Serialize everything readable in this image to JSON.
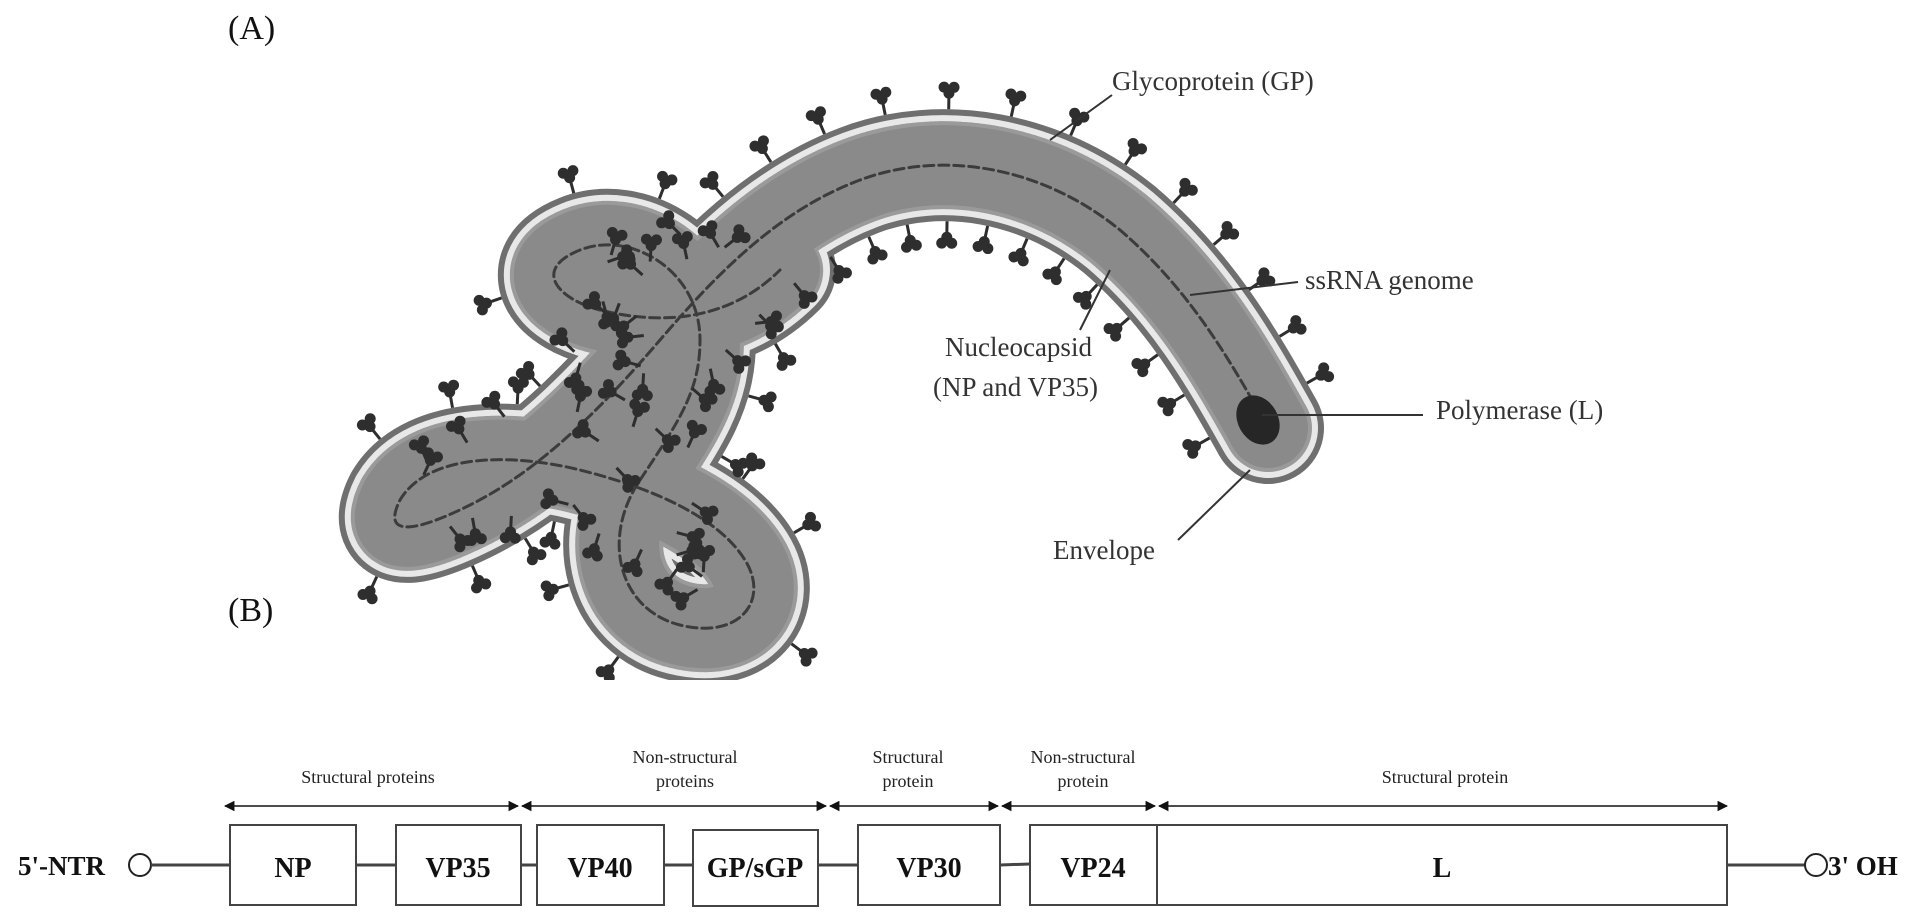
{
  "panels": {
    "a_label": "(A)",
    "b_label": "(B)"
  },
  "virion": {
    "annotations": {
      "glycoprotein": "Glycoprotein (GP)",
      "ssrna": "ssRNA genome",
      "nucleocapsid_line1": "Nucleocapsid",
      "nucleocapsid_line2": "(NP and VP35)",
      "polymerase": "Polymerase (L)",
      "envelope": "Envelope"
    },
    "colors": {
      "membrane": "#6f6f6f",
      "membrane_light": "#e8e8e8",
      "matrix": "#8a8a8a",
      "rna": "#3c3c3c",
      "spike": "#2e2e2e",
      "polymerase": "#262626"
    }
  },
  "genome": {
    "five_prime": "5'-NTR",
    "three_prime": "3' OH",
    "genes": [
      {
        "name": "NP"
      },
      {
        "name": "VP35"
      },
      {
        "name": "VP40"
      },
      {
        "name": "GP/sGP"
      },
      {
        "name": "VP30"
      },
      {
        "name": "VP24"
      },
      {
        "name": "L"
      }
    ],
    "groups": [
      {
        "line1": "Structural proteins",
        "line2": ""
      },
      {
        "line1": "Non-structural",
        "line2": "proteins"
      },
      {
        "line1": "Structural",
        "line2": "protein"
      },
      {
        "line1": "Non-structural",
        "line2": "protein"
      },
      {
        "line1": "Structural protein",
        "line2": ""
      }
    ]
  }
}
